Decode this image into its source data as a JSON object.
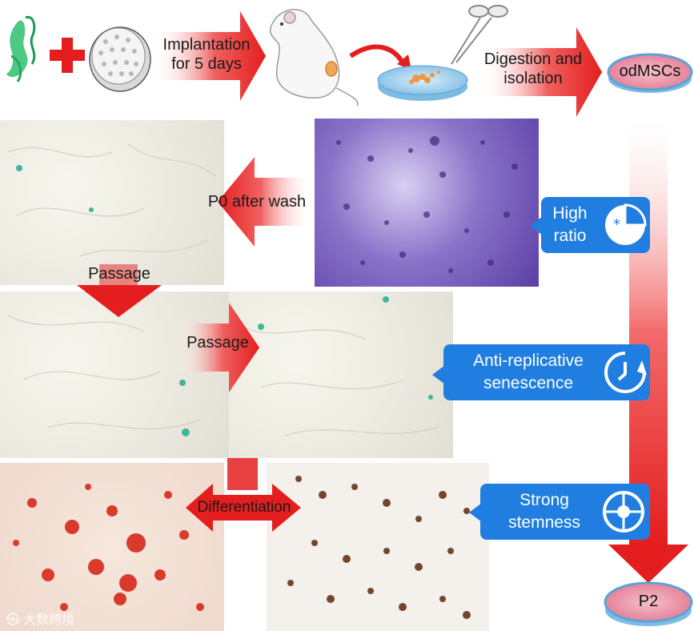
{
  "labels": {
    "implantation": "Implantation for 5 days",
    "digestion": "Digestion and isolation",
    "odmscs": "odMSCs",
    "p0_wash": "P0 after wash",
    "passage_1": "Passage",
    "passage_2": "Passage",
    "differentiation": "Differentiation",
    "p2": "P2"
  },
  "callouts": {
    "high_ratio": {
      "line1": "High",
      "line2": "ratio",
      "icon": "pie-chart-icon"
    },
    "anti_senescence": {
      "line1": "Anti-replicative",
      "line2": "senescence",
      "icon": "clock-refresh-icon"
    },
    "stemness": {
      "line1": "Strong",
      "line2": "stemness",
      "icon": "cell-cross-icon"
    }
  },
  "watermark": "大数跨境",
  "colors": {
    "arrow_red": "#e41e1e",
    "callout_blue": "#1f7ee0",
    "dish_pink": "#e7839b",
    "dish_blue": "#8fc6e6"
  }
}
